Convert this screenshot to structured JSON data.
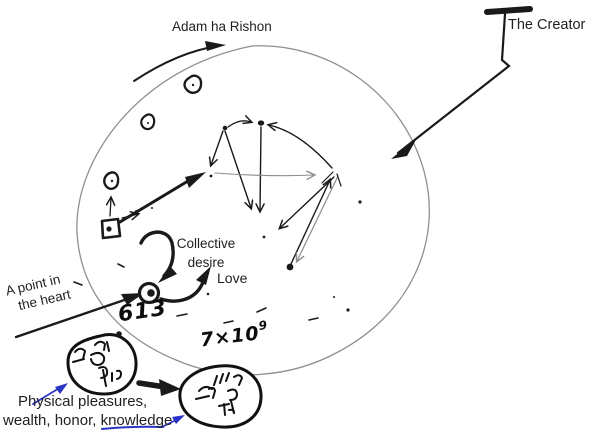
{
  "labels": {
    "adam": "Adam ha Rishon",
    "creator": "The Creator",
    "collective_line1": "Collective",
    "collective_line2": "desire",
    "love": "Love",
    "heart_line1": "A point in",
    "heart_line2": "the heart",
    "number_613": "613",
    "population_base": "7×10",
    "population_exp": "9",
    "pleasures_line1": "Physical pleasures,",
    "pleasures_line2": "wealth, honor, knowledge"
  },
  "colors": {
    "ink": "#1a1a1a",
    "circle_gray": "#8f8f8f",
    "faint_gray": "#999999",
    "annotation_blue": "#2a35c8"
  },
  "icons": {
    "left_blob_content": "hebrew-scribbles",
    "right_blob_content": "hebrew-scribbles"
  }
}
